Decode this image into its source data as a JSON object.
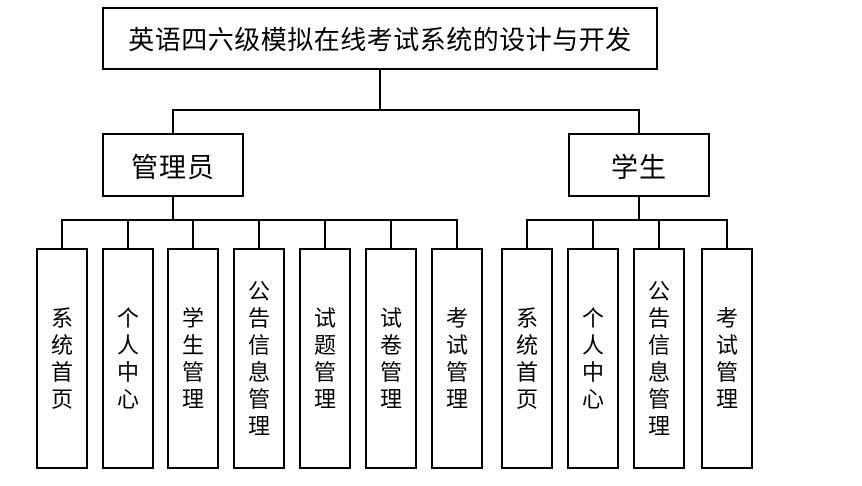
{
  "diagram": {
    "title": "英语四六级模拟在线考试系统的设计与开发",
    "colors": {
      "line": "#000000",
      "background": "#ffffff",
      "text": "#000000"
    },
    "branches": [
      {
        "label": "管理员",
        "children": [
          "系统首页",
          "个人中心",
          "学生管理",
          "公告信息管理",
          "试题管理",
          "试卷管理",
          "考试管理"
        ]
      },
      {
        "label": "学生",
        "children": [
          "系统首页",
          "个人中心",
          "公告信息管理",
          "考试管理"
        ]
      }
    ]
  }
}
